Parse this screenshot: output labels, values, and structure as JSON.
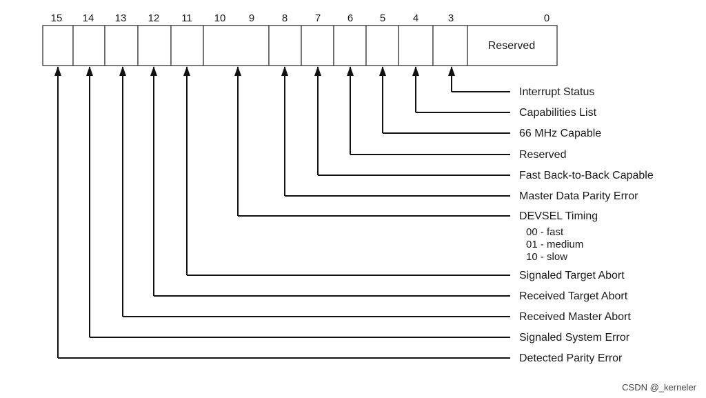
{
  "bit_numbers": [
    "15",
    "14",
    "13",
    "12",
    "11",
    "10",
    "9",
    "8",
    "7",
    "6",
    "5",
    "4",
    "3",
    "0"
  ],
  "reserved_cell_label": "Reserved",
  "fields": [
    {
      "bit": "3",
      "label": "Interrupt Status"
    },
    {
      "bit": "4",
      "label": "Capabilities List"
    },
    {
      "bit": "5",
      "label": "66 MHz Capable"
    },
    {
      "bit": "6",
      "label": "Reserved"
    },
    {
      "bit": "7",
      "label": "Fast Back-to-Back Capable"
    },
    {
      "bit": "8",
      "label": "Master Data Parity Error"
    },
    {
      "bit": "10:9",
      "label": "DEVSEL Timing"
    },
    {
      "bit": "11",
      "label": "Signaled Target Abort"
    },
    {
      "bit": "12",
      "label": "Received Target Abort"
    },
    {
      "bit": "13",
      "label": "Received Master Abort"
    },
    {
      "bit": "14",
      "label": "Signaled System Error"
    },
    {
      "bit": "15",
      "label": "Detected Parity Error"
    }
  ],
  "devsel_options": [
    "00 - fast",
    "01 - medium",
    "10 - slow"
  ],
  "watermark": "CSDN @_kerneler"
}
